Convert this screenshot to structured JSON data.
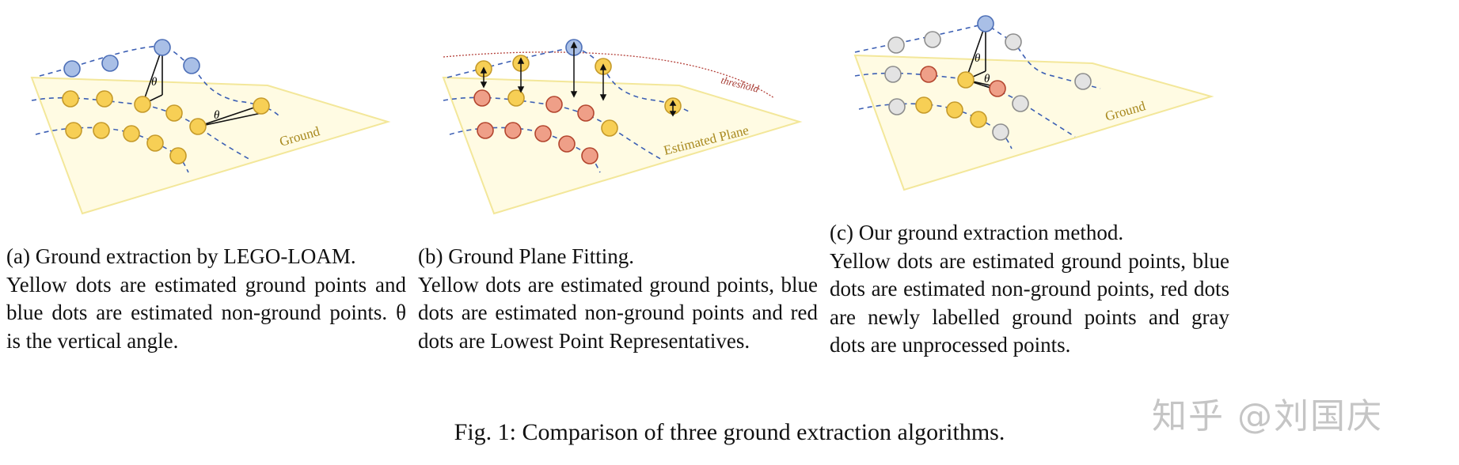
{
  "panels": [
    {
      "id": "a",
      "plane_label": "Ground",
      "angle_symbol": "θ",
      "caption_title": "(a) Ground extraction by LEGO-LOAM.",
      "caption_lines": [
        "Yellow dots are estimated ground points and",
        "blue dots are estimated non-ground points. θ",
        "is the vertical angle."
      ]
    },
    {
      "id": "b",
      "plane_label": "Estimated Plane",
      "threshold_label": "threshold",
      "caption_title": "(b) Ground Plane Fitting.",
      "caption_lines": [
        "Yellow dots are estimated ground points, blue",
        "dots are estimated non-ground points and red",
        "dots are Lowest Point Representatives."
      ]
    },
    {
      "id": "c",
      "plane_label": "Ground",
      "angle_symbol": "θ",
      "caption_title": "(c) Our ground extraction method.",
      "caption_lines": [
        "Yellow dots are estimated ground points, blue",
        "dots are estimated non-ground points, red dots",
        "are newly labelled ground points and gray",
        "dots are unprocessed points."
      ]
    }
  ],
  "figure_caption": "Fig. 1: Comparison of three ground extraction algorithms.",
  "watermark": "知乎 @刘国庆",
  "colors": {
    "yellow": "#f7cf55",
    "blue": "#a9bfe6",
    "red": "#ef9f88",
    "gray": "#e3e3e3",
    "plane_fill": "#fffbe3",
    "plane_stroke": "#f3e79a",
    "dash": "#3c5fb4"
  }
}
